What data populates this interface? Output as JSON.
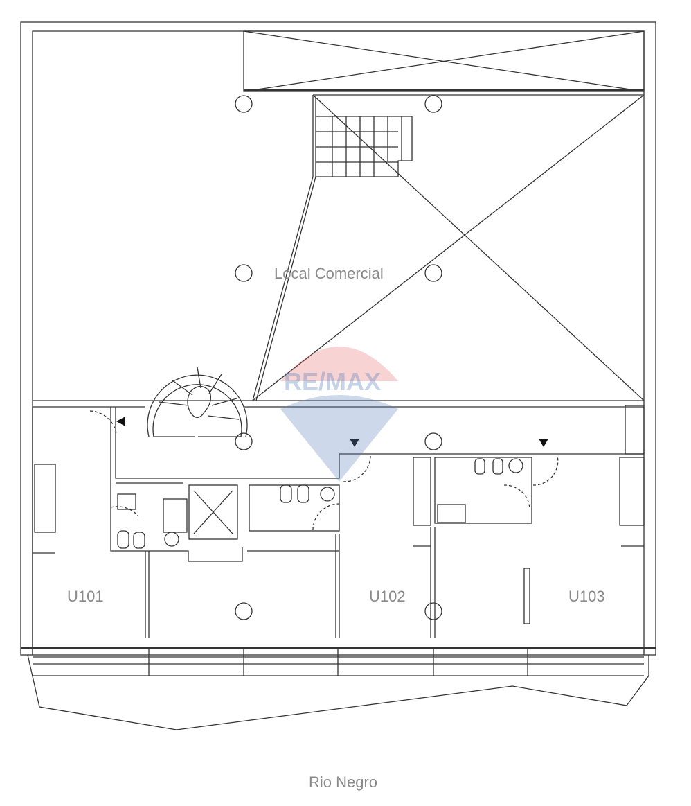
{
  "plan": {
    "main_space_label": "Local Comercial",
    "units": [
      {
        "label": "U101"
      },
      {
        "label": "U102"
      },
      {
        "label": "U103"
      }
    ],
    "street_label": "Rio Negro"
  },
  "watermark": {
    "text": "RE/MAX",
    "colors": {
      "red": "#e05050",
      "blue": "#5a82be"
    }
  },
  "colors": {
    "line": "#333333",
    "text": "#8a8a8a"
  }
}
